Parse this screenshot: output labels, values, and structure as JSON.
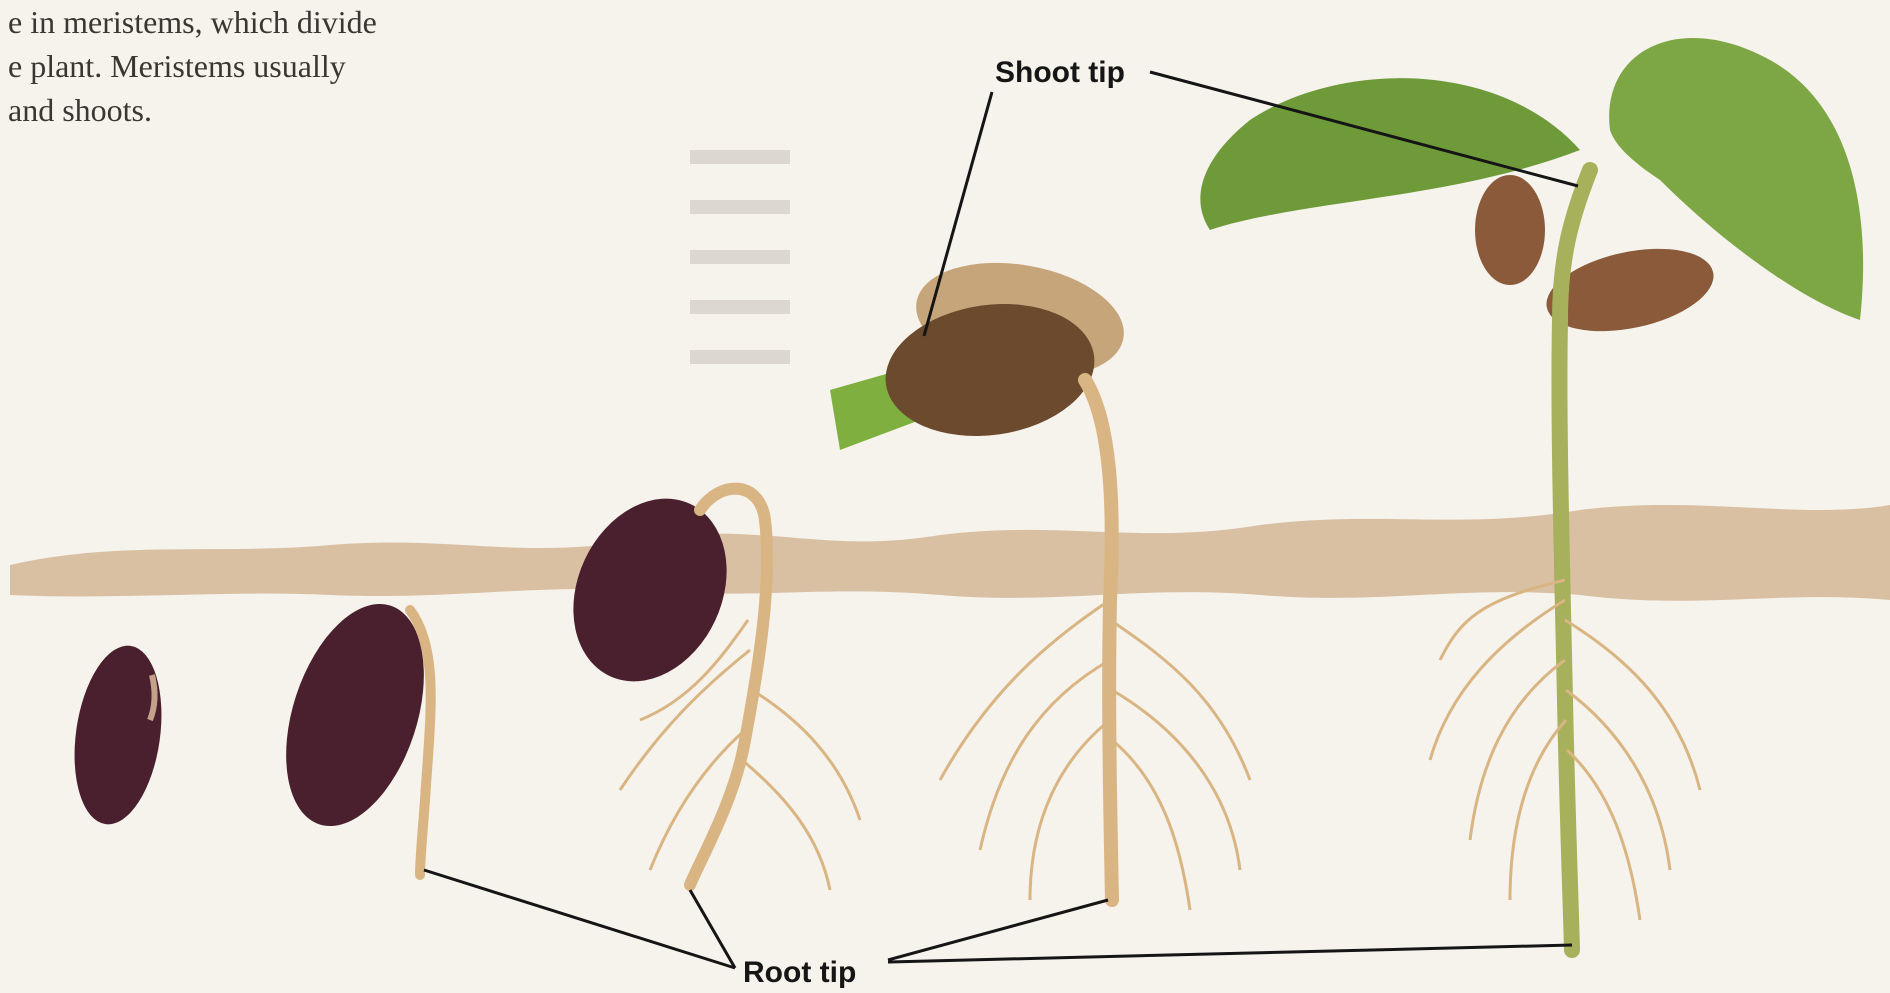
{
  "book_text": {
    "lines": [
      "e in meristems, which divide",
      "e plant. Meristems usually",
      " and shoots."
    ]
  },
  "labels": {
    "shoot_tip": "Shoot tip",
    "root_tip": "Root tip"
  },
  "colors": {
    "page": "#f6f2ec",
    "soil": "#c9a47c",
    "seed": "#4a1f2e",
    "root": "#d9b583",
    "leaf": "#6f9a3a",
    "cotyledon": "#8a5a3a"
  },
  "stages": [
    "seed",
    "radicle-emerging",
    "hook-emerging",
    "cotyledons-raised",
    "seedling-with-leaves"
  ]
}
